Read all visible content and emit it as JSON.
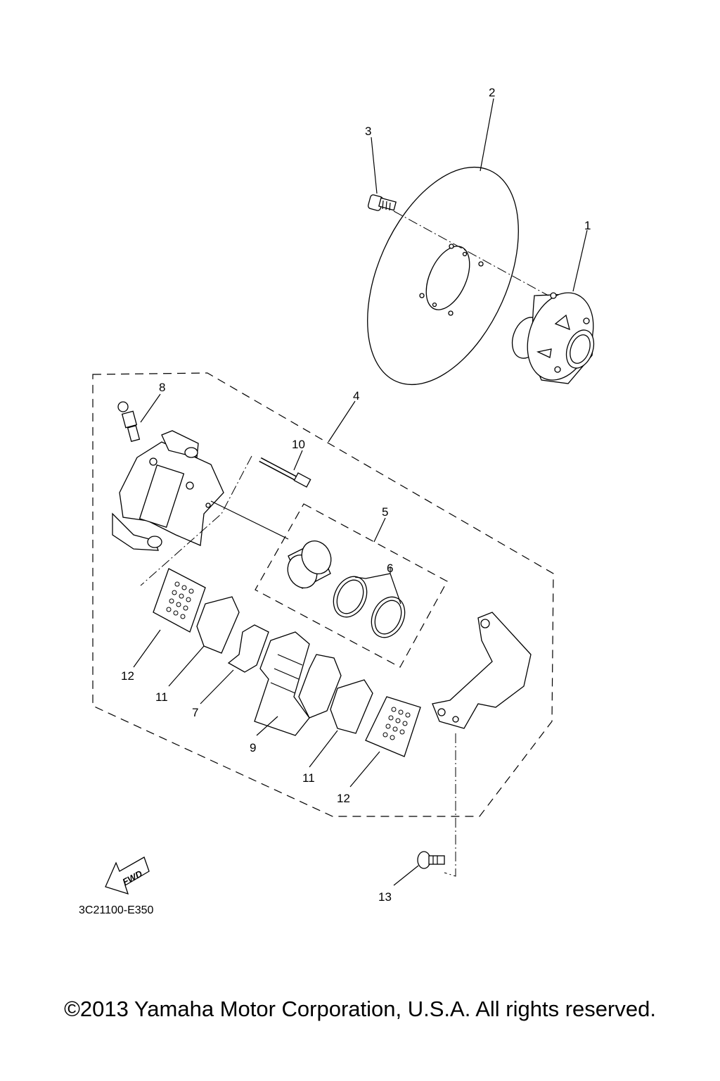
{
  "diagram": {
    "labels": {
      "l1": "1",
      "l2": "2",
      "l3": "3",
      "l4": "4",
      "l5": "5",
      "l6": "6",
      "l7": "7",
      "l8": "8",
      "l9": "9",
      "l10": "10",
      "l11a": "11",
      "l11b": "11",
      "l12a": "12",
      "l12b": "12",
      "l13": "13"
    },
    "fwd_text": "FWD",
    "drawing_code": "3C21100-E350"
  },
  "footer": {
    "copyright": "©2013 Yamaha Motor Corporation, U.S.A. All rights reserved."
  }
}
